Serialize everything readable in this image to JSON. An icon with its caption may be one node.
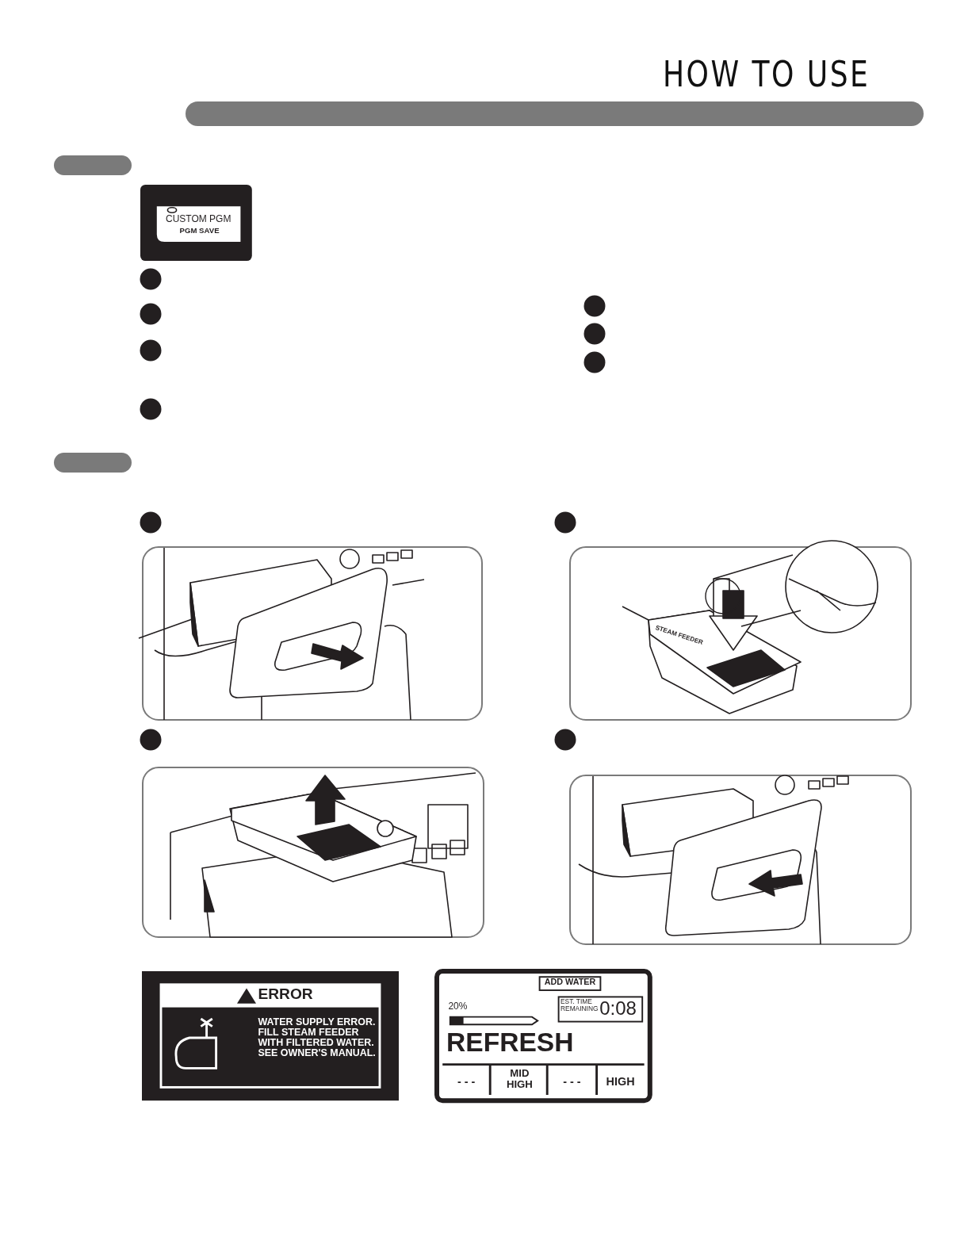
{
  "diagram": {
    "title": "HOW TO USE",
    "nodes": [
      {
        "text": [],
        "shape": "bar"
      },
      {
        "text": [],
        "shape": "bar"
      }
    ],
    "labels": [
      "CUSTOM PGM",
      "PGM SAVE",
      "STEAM FEEDER",
      "ERROR",
      "WATER SUPPLY ERROR. FILL STEAM FEEDER WITH FILTERED WATER. SEE OWNER'S MANUAL.",
      "ADD WATER",
      "20%",
      "EST. TIME REMAINING",
      "0:08",
      "REFRESH",
      "- - -",
      "MID HIGH",
      "- - -",
      "HIGH"
    ]
  }
}
